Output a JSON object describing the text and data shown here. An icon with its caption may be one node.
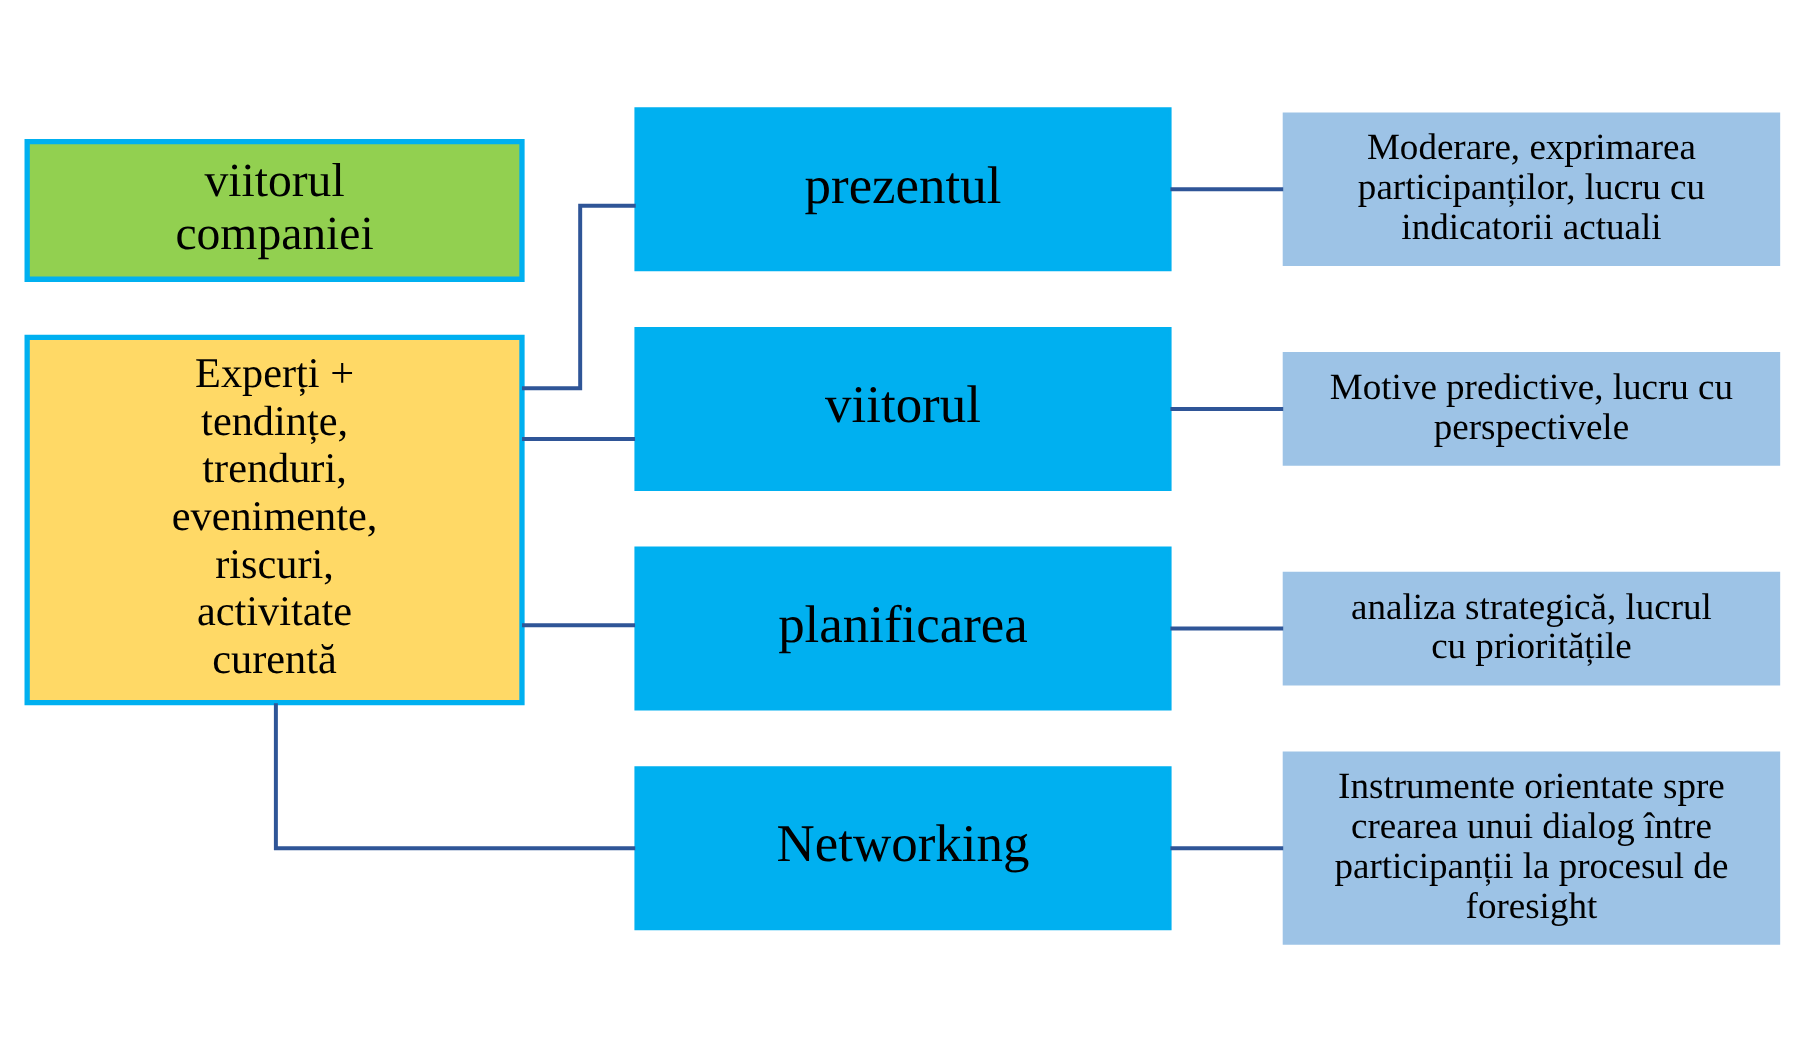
{
  "diagram": {
    "nodes": [
      {
        "text": [
          "Experți + tendințe, trenduri, evenimente, riscuri, activitate curentă"
        ]
      },
      {
        "text": [
          "viitorul companiei"
        ]
      },
      {
        "text": [
          "prezentul"
        ]
      },
      {
        "text": [
          "Moderare, exprimarea participanților, lucru cu indicatorii actuali"
        ]
      },
      {
        "text": [
          "viitorul"
        ]
      },
      {
        "text": [
          "Motive predictive, lucru cu perspectivele"
        ]
      },
      {
        "text": [
          "planificarea"
        ]
      },
      {
        "text": [
          "analiza strategică, lucrul cu prioritățile"
        ]
      },
      {
        "text": [
          "Networking"
        ]
      },
      {
        "text": [
          "Instrumente orientate spre crearea unui dialog între participanții la procesul de foresight"
        ]
      }
    ],
    "edges": [
      {
        "from": 0,
        "to": 2,
        "arrow": "none"
      },
      {
        "from": 0,
        "to": 4,
        "arrow": "none"
      },
      {
        "from": 0,
        "to": 6,
        "arrow": "none"
      },
      {
        "from": 0,
        "to": 8,
        "arrow": "none"
      },
      {
        "from": 2,
        "to": 3,
        "arrow": "none"
      },
      {
        "from": 4,
        "to": 5,
        "arrow": "none"
      },
      {
        "from": 6,
        "to": 7,
        "arrow": "none"
      },
      {
        "from": 8,
        "to": 9,
        "arrow": "none"
      }
    ]
  }
}
